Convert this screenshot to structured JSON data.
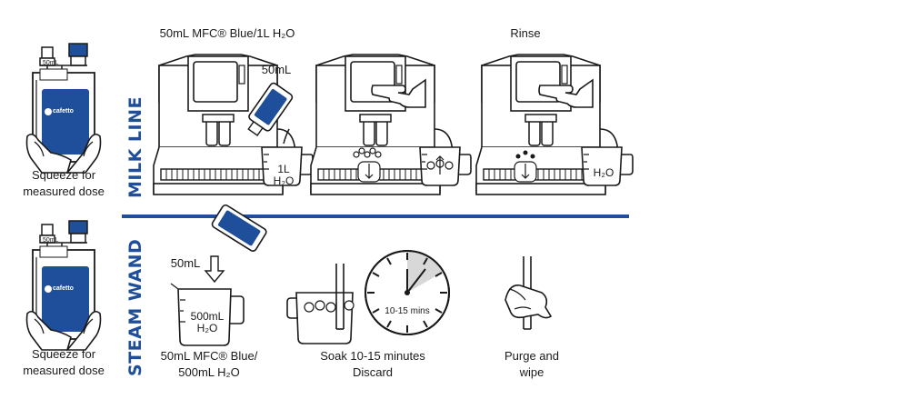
{
  "colors": {
    "brand_blue": "#1f4e9a",
    "ink": "#1a1a1a",
    "shade": "#d8d8d8"
  },
  "sections": {
    "milk_line": "MILK LINE",
    "steam_wand": "STEAM WAND"
  },
  "bottle": {
    "dose_label": "50mL",
    "brand": "cafetto",
    "caption_line1": "Squeeze for",
    "caption_line2": "measured dose"
  },
  "milk_line": {
    "step1_title": "50mL MFC® Blue/1L H₂O",
    "step1_pour": "50mL",
    "step1_jug_line1": "1L",
    "step1_jug_line2": "H₂O",
    "step3_title": "Rinse",
    "step3_jug": "H₂O"
  },
  "steam_wand": {
    "step1_pour": "50mL",
    "step1_jug_line1": "500mL",
    "step1_jug_line2": "H₂O",
    "step1_caption_line1": "50mL MFC® Blue/",
    "step1_caption_line2": "500mL H₂O",
    "timer_label": "10-15 mins",
    "step2_caption_line1": "Soak 10-15 minutes",
    "step2_caption_line2": "Discard",
    "step3_caption_line1": "Purge and",
    "step3_caption_line2": "wipe"
  },
  "icons": [
    "squeeze-bottle-icon",
    "coffee-machine-icon",
    "jug-icon",
    "hand-icon",
    "clock-icon",
    "steam-wand-icon",
    "cloth-icon"
  ]
}
